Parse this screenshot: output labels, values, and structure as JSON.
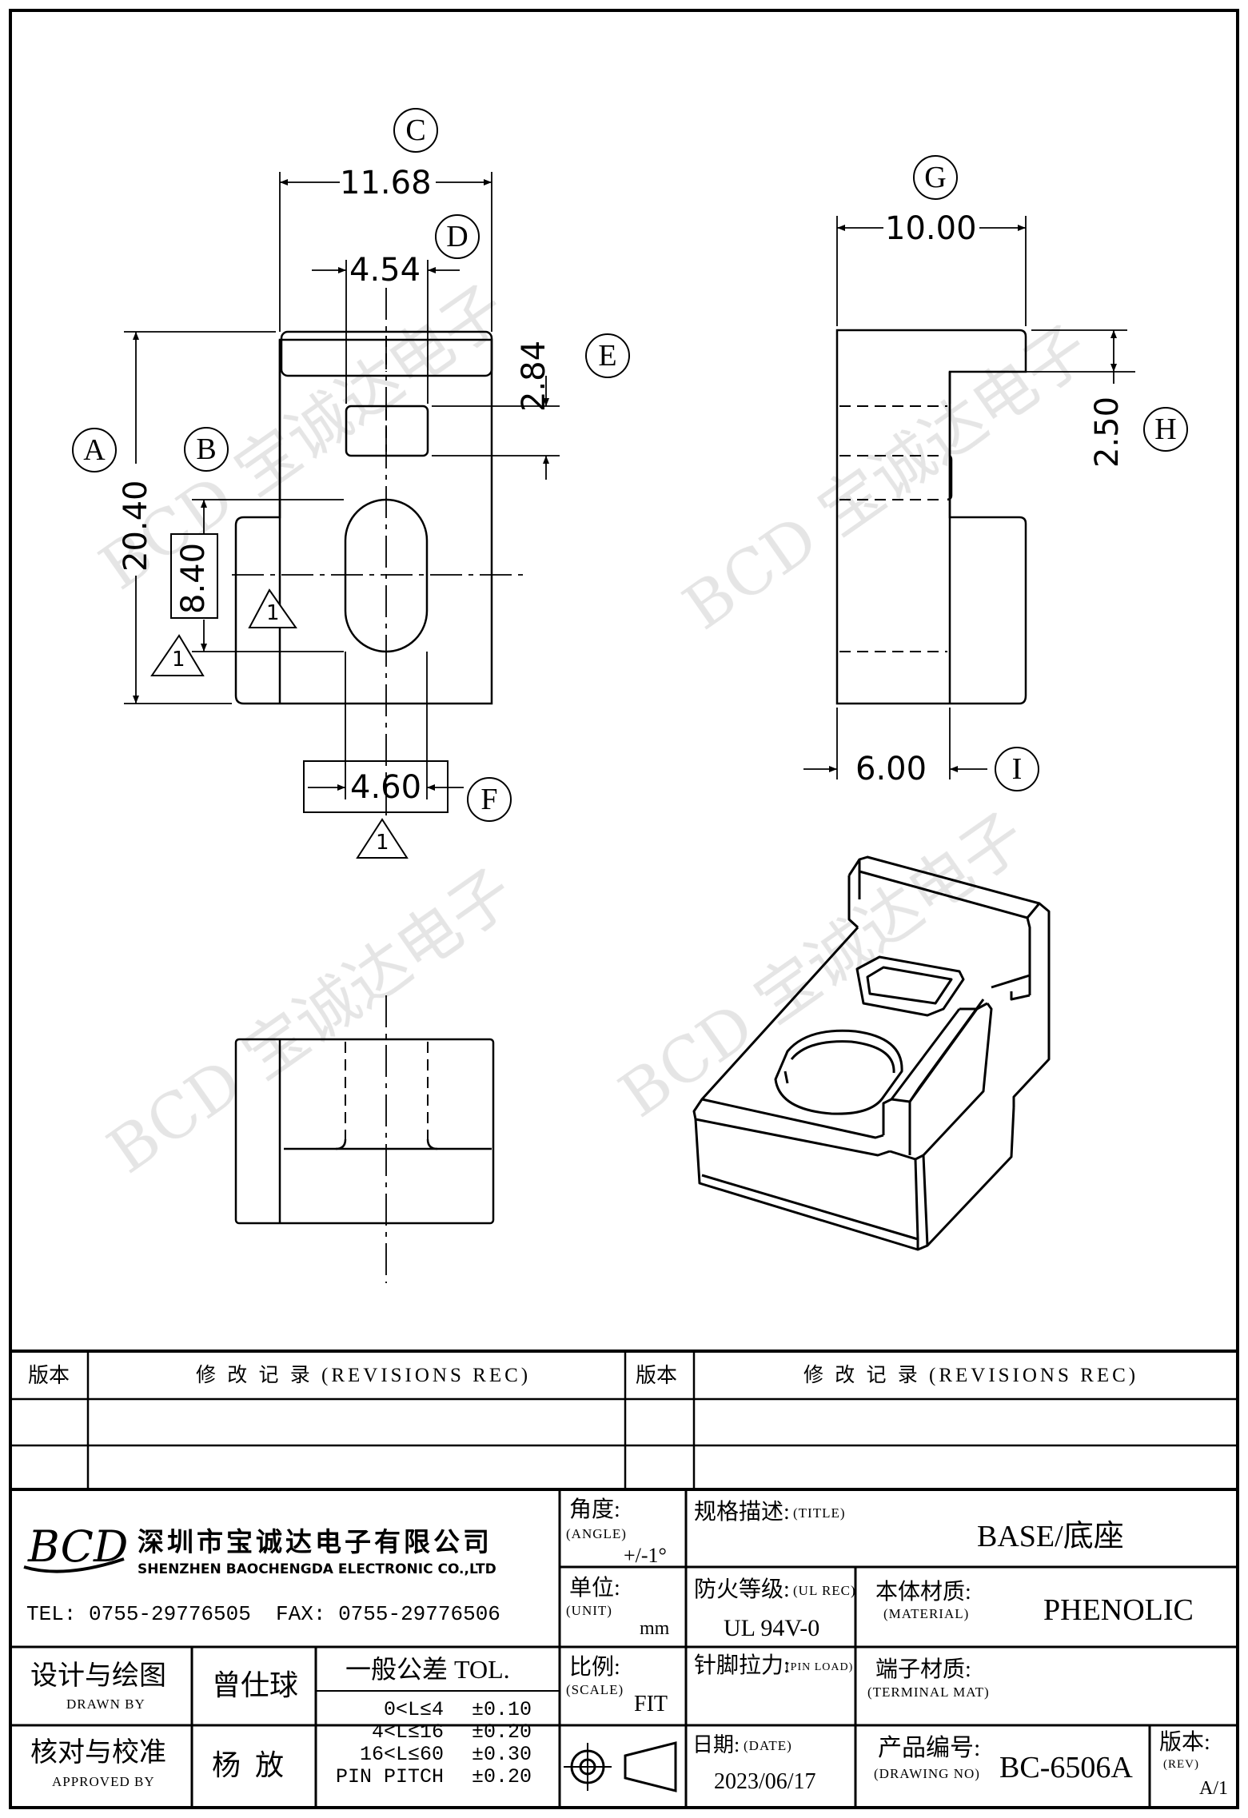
{
  "drawing": {
    "dims": {
      "c_width": "11.68",
      "d_slot_width": "4.54",
      "e_slot_top": "2.84",
      "a_height": "20.40",
      "b_oval_height": "8.40",
      "f_oval_width": "4.60",
      "g_width": "10.00",
      "h_step": "2.50",
      "i_depth": "6.00"
    },
    "callouts": [
      "A",
      "B",
      "C",
      "D",
      "E",
      "F",
      "G",
      "H",
      "I"
    ],
    "triangle_note": "1",
    "watermark_text": "BCD 宝诚达电子"
  },
  "revisions": {
    "left_ver_header": "版本",
    "left_rec_header": "修 改 记 录 (REVISIONS REC)",
    "right_ver_header": "版本",
    "right_rec_header": "修 改 记 录 (REVISIONS REC)"
  },
  "company": {
    "logo_text": "BCD",
    "name_cn": "深圳市宝诚达电子有限公司",
    "name_en": "SHENZHEN BAOCHENGDA ELECTRONIC CO.,LTD",
    "tel_fax": "TEL: 0755-29776505  FAX: 0755-29776506"
  },
  "title_block": {
    "angle_label": "角度:",
    "angle_sub": "(ANGLE)",
    "angle_value": "+/-1°",
    "unit_label": "单位:",
    "unit_sub": "(UNIT)",
    "unit_value": "mm",
    "scale_label": "比例:",
    "scale_sub": "(SCALE)",
    "scale_value": "FIT",
    "title_label": "规格描述:",
    "title_sub": "(TITLE)",
    "title_value": "BASE/底座",
    "ul_label": "防火等级:",
    "ul_sub": "(UL REC)",
    "ul_value": "UL 94V-0",
    "material_label": "本体材质:",
    "material_sub": "(MATERIAL)",
    "material_value": "PHENOLIC",
    "pin_load_label": "针脚拉力:",
    "pin_load_sub": "(PIN LOAD)",
    "terminal_label": "端子材质:",
    "terminal_sub": "(TERMINAL MAT)",
    "date_label": "日期:",
    "date_sub": "(DATE)",
    "date_value": "2023/06/17",
    "drawing_no_label": "产品编号:",
    "drawing_no_sub": "(DRAWING NO)",
    "drawing_no_value": "BC-6506A",
    "rev_label": "版本:",
    "rev_sub": "(REV)",
    "rev_value": "A/1",
    "drawn_label": "设计与绘图",
    "drawn_sub": "DRAWN BY",
    "drawn_name": "曾仕球",
    "approved_label": "核对与校准",
    "approved_sub": "APPROVED BY",
    "approved_name": "杨  放",
    "tol_header": "一般公差 TOL.",
    "tol_rows": [
      {
        "range": "0<L≤4",
        "value": "±0.10"
      },
      {
        "range": "4<L≤16",
        "value": "±0.20"
      },
      {
        "range": "16<L≤60",
        "value": "±0.30"
      },
      {
        "range": "PIN PITCH",
        "value": "±0.20"
      }
    ]
  }
}
